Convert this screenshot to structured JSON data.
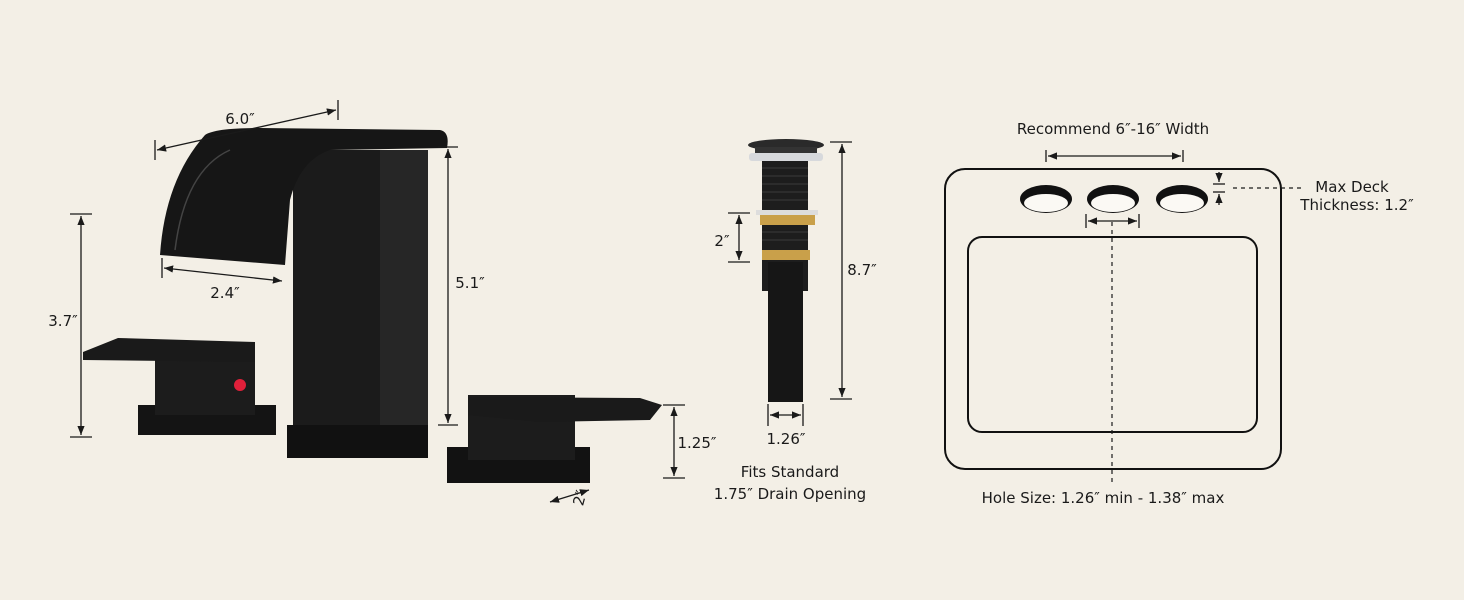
{
  "faucet": {
    "spout_width": "6.0″",
    "spout_reach": "2.4″",
    "spout_height": "5.1″",
    "handle_height": "3.7″",
    "handle_base_height": "1.25″",
    "handle_base_width": "2″"
  },
  "drain": {
    "thread_length": "2″",
    "total_length": "8.7″",
    "tube_diameter": "1.26″",
    "note_line1": "Fits Standard",
    "note_line2": "1.75″ Drain Opening"
  },
  "sink": {
    "width_label": "Recommend 6″-16″ Width",
    "deck_label_line1": "Max Deck",
    "deck_label_line2": "Thickness: 1.2″",
    "hole_size_label": "Hole Size: 1.26″ min - 1.38″ max"
  },
  "colors": {
    "background": "#f3efe6",
    "product": "#151515",
    "brass": "#c9a04a",
    "indicator": "#e0203a"
  }
}
